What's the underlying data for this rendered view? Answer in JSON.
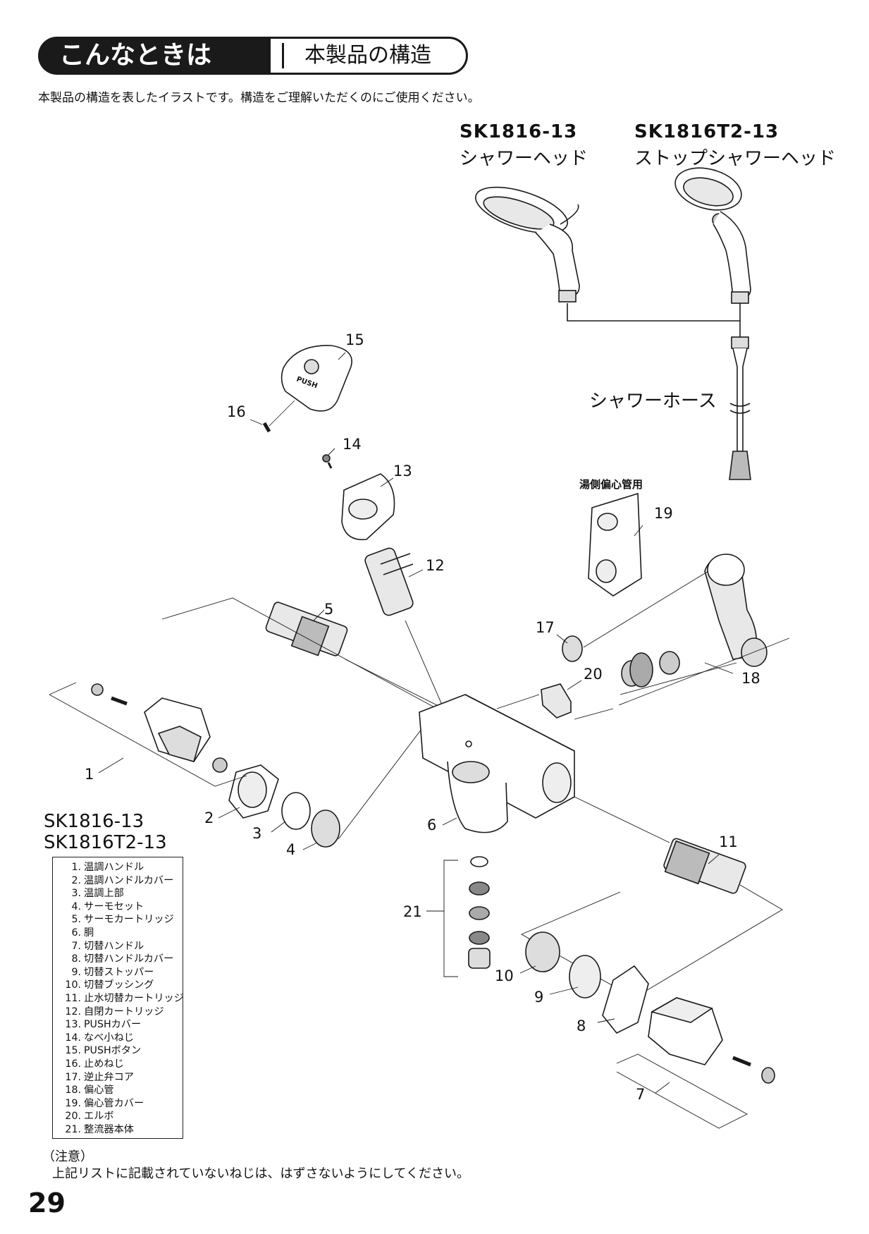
{
  "header": {
    "section_tag": "こんなときは",
    "section_title": "本製品の構造"
  },
  "intro": "本製品の構造を表したイラストです。構造をご理解いただくのにご使用ください。",
  "shower_heads": [
    {
      "code": "SK1816-13",
      "name": "シャワーヘッド"
    },
    {
      "code": "SK1816T2-13",
      "name": "ストップシャワーヘッド"
    }
  ],
  "hose_label": "シャワーホース",
  "eccentric_label": "湯側偏心管用",
  "callouts": [
    "1",
    "2",
    "3",
    "4",
    "5",
    "6",
    "7",
    "8",
    "9",
    "10",
    "11",
    "12",
    "13",
    "14",
    "15",
    "16",
    "17",
    "18",
    "19",
    "20",
    "21"
  ],
  "list_models": [
    "SK1816-13",
    "SK1816T2-13"
  ],
  "parts": [
    {
      "num": "1.",
      "name": "温調ハンドル"
    },
    {
      "num": "2.",
      "name": "温調ハンドルカバー"
    },
    {
      "num": "3.",
      "name": "温調上部"
    },
    {
      "num": "4.",
      "name": "サーモセット"
    },
    {
      "num": "5.",
      "name": "サーモカートリッジ"
    },
    {
      "num": "6.",
      "name": "胴"
    },
    {
      "num": "7.",
      "name": "切替ハンドル"
    },
    {
      "num": "8.",
      "name": "切替ハンドルカバー"
    },
    {
      "num": "9.",
      "name": "切替ストッパー"
    },
    {
      "num": "10.",
      "name": "切替ブッシング"
    },
    {
      "num": "11.",
      "name": "止水切替カートリッジ"
    },
    {
      "num": "12.",
      "name": "自閉カートリッジ"
    },
    {
      "num": "13.",
      "name": "PUSHカバー"
    },
    {
      "num": "14.",
      "name": "なべ小ねじ"
    },
    {
      "num": "15.",
      "name": "PUSHボタン"
    },
    {
      "num": "16.",
      "name": "止めねじ"
    },
    {
      "num": "17.",
      "name": "逆止弁コア"
    },
    {
      "num": "18.",
      "name": "偏心管"
    },
    {
      "num": "19.",
      "name": "偏心管カバー"
    },
    {
      "num": "20.",
      "name": "エルボ"
    },
    {
      "num": "21.",
      "name": "整流器本体"
    }
  ],
  "push_text": "PUSH",
  "note": {
    "title": "（注意）",
    "text": "上記リストに記載されていないねじは、はずさないようにしてください。"
  },
  "page_number": "29"
}
